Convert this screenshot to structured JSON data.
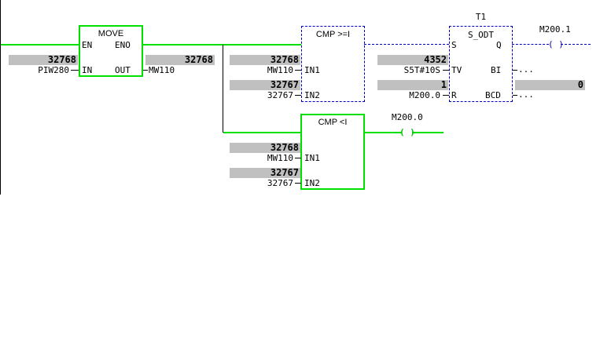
{
  "move": {
    "title": "MOVE",
    "en": "EN",
    "eno": "ENO",
    "in_pin": "IN",
    "out_pin": "OUT",
    "in_operand": "PIW280",
    "out_operand": "MW110",
    "in_value": "32768",
    "out_value": "32768"
  },
  "cmp_ge": {
    "title": "CMP >=I",
    "in1_pin": "IN1",
    "in2_pin": "IN2",
    "in1_operand": "MW110",
    "in2_operand": "32767",
    "in1_value": "32768",
    "in2_value": "32767"
  },
  "cmp_lt": {
    "title": "CMP <I",
    "in1_pin": "IN1",
    "in2_pin": "IN2",
    "in1_operand": "MW110",
    "in2_operand": "32767",
    "in1_value": "32768",
    "in2_value": "32767"
  },
  "timer": {
    "name": "T1",
    "title": "S_ODT",
    "s_pin": "S",
    "q_pin": "Q",
    "tv_pin": "TV",
    "bi_pin": "BI",
    "r_pin": "R",
    "bcd_pin": "BCD",
    "tv_operand": "S5T#10S",
    "tv_value": "4352",
    "r_operand": "M200.0",
    "r_value": "1",
    "bi_output": "...",
    "bcd_output": "...",
    "bi_value": "0"
  },
  "coil_q": {
    "address": "M200.1",
    "symbol": "( )"
  },
  "coil_m": {
    "address": "M200.0",
    "symbol": "( )"
  },
  "colors": {
    "active": "#00e000",
    "inactive": "#0000c0",
    "value_bg": "#c0c0c0"
  }
}
